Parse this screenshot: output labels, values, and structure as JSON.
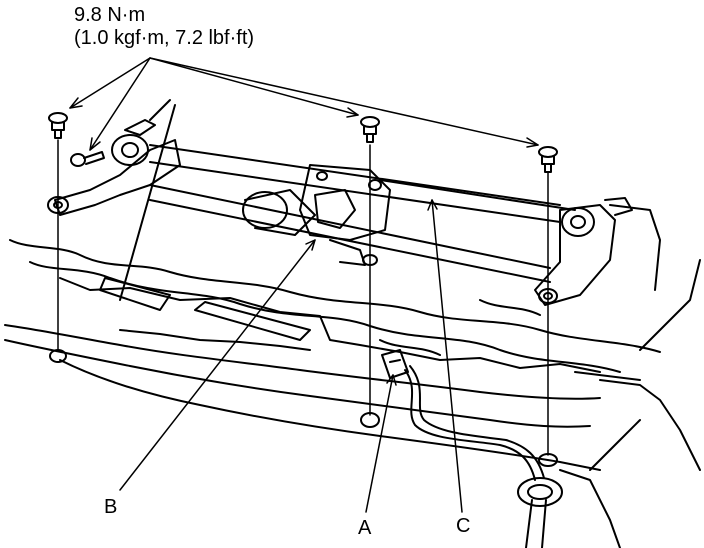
{
  "torque_spec": {
    "line1": "9.8 N·m",
    "line2": "(1.0 kgf·m, 7.2 lbf·ft)"
  },
  "callouts": {
    "a": "A",
    "b": "B",
    "c": "C"
  },
  "colors": {
    "line": "#000000",
    "background": "#ffffff"
  }
}
